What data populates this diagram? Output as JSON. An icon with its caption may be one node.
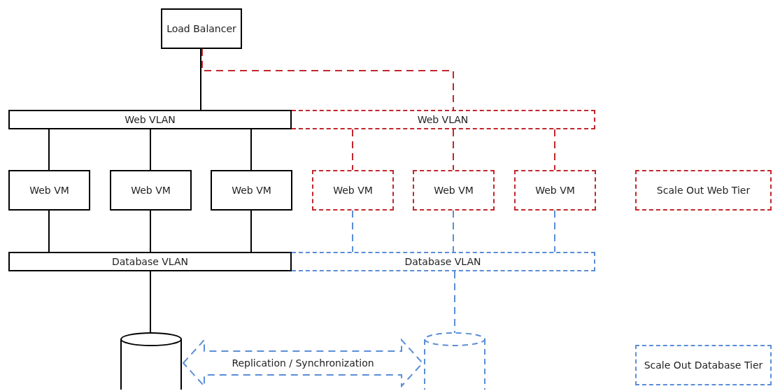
{
  "diagram": {
    "nodes": [
      {
        "text": [
          "Load Balancer"
        ]
      },
      {
        "text": [
          "Web VLAN"
        ]
      },
      {
        "text": [
          "Web VLAN"
        ]
      },
      {
        "text": [
          "Web VM"
        ]
      },
      {
        "text": [
          "Web VM"
        ]
      },
      {
        "text": [
          "Web VM"
        ]
      },
      {
        "text": [
          "Web VM"
        ]
      },
      {
        "text": [
          "Web VM"
        ]
      },
      {
        "text": [
          "Web VM"
        ]
      },
      {
        "text": [
          "Scale Out Web Tier"
        ]
      },
      {
        "text": [
          "Database VLAN"
        ]
      },
      {
        "text": [
          "Database VLAN"
        ]
      },
      {
        "text": [],
        "shape": "cylinder"
      },
      {
        "text": [],
        "shape": "cylinder"
      },
      {
        "text": [
          "Scale Out Database Tier"
        ]
      }
    ],
    "edges": [
      {
        "from": 0,
        "to": 1,
        "arrow": "none"
      },
      {
        "from": 0,
        "to": 2,
        "arrow": "none",
        "style": "dashed",
        "color": "#c0282d"
      },
      {
        "from": 1,
        "to": 3,
        "arrow": "none"
      },
      {
        "from": 1,
        "to": 4,
        "arrow": "none"
      },
      {
        "from": 1,
        "to": 5,
        "arrow": "none"
      },
      {
        "from": 2,
        "to": 6,
        "arrow": "none",
        "style": "dashed",
        "color": "#c0282d"
      },
      {
        "from": 2,
        "to": 7,
        "arrow": "none",
        "style": "dashed",
        "color": "#c0282d"
      },
      {
        "from": 2,
        "to": 8,
        "arrow": "none",
        "style": "dashed",
        "color": "#c0282d"
      },
      {
        "from": 3,
        "to": 10,
        "arrow": "none"
      },
      {
        "from": 4,
        "to": 10,
        "arrow": "none"
      },
      {
        "from": 5,
        "to": 10,
        "arrow": "none"
      },
      {
        "from": 6,
        "to": 11,
        "arrow": "none",
        "style": "dashed",
        "color": "#5b8ed6"
      },
      {
        "from": 7,
        "to": 11,
        "arrow": "none",
        "style": "dashed",
        "color": "#5b8ed6"
      },
      {
        "from": 8,
        "to": 11,
        "arrow": "none",
        "style": "dashed",
        "color": "#5b8ed6"
      },
      {
        "from": 10,
        "to": 12,
        "arrow": "none"
      },
      {
        "from": 11,
        "to": 13,
        "arrow": "none",
        "style": "dashed",
        "color": "#5b8ed6"
      },
      {
        "from": 12,
        "to": 13,
        "arrow": "both",
        "style": "dashed",
        "color": "#5b8ed6",
        "label": "Replication / Synchronization"
      }
    ]
  }
}
